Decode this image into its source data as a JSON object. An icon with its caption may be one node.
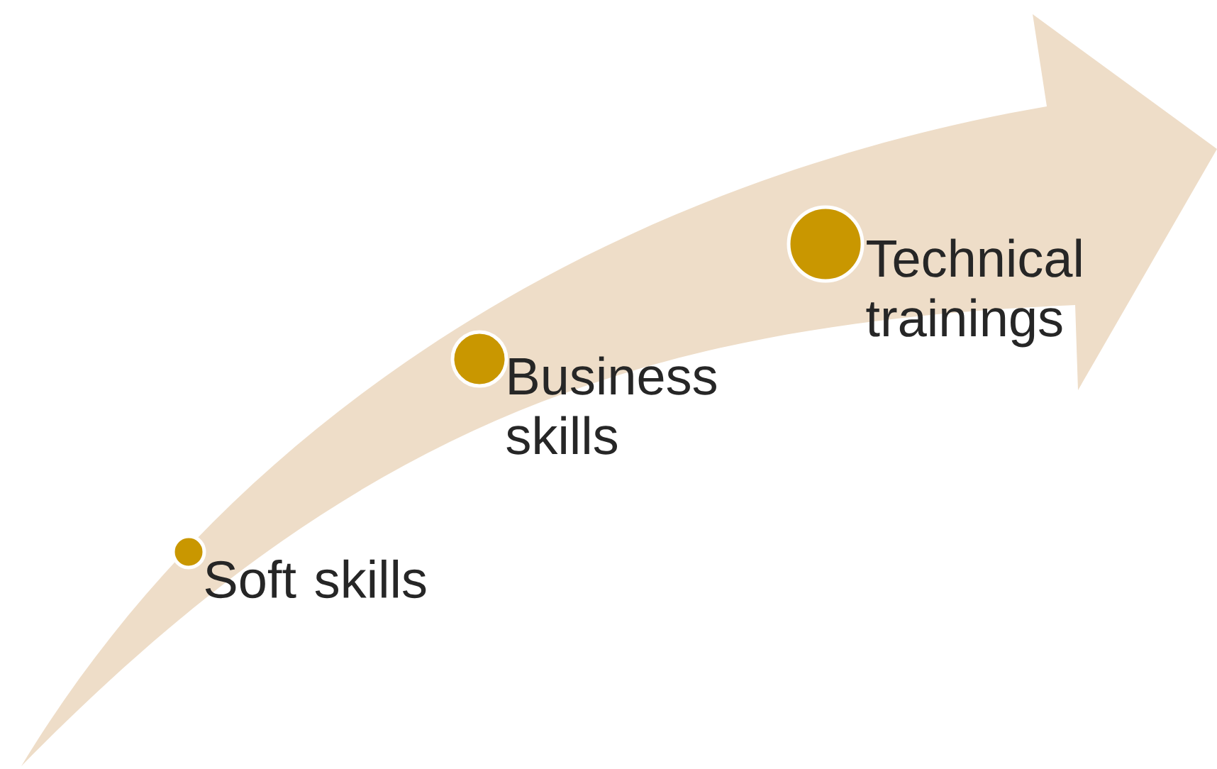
{
  "diagram": {
    "nodes": [
      {
        "text": [],
        "shape": "circle",
        "beside": [
          "Soft skills"
        ]
      },
      {
        "text": [],
        "shape": "circle",
        "beside": [
          "Business skills"
        ]
      },
      {
        "text": [],
        "shape": "circle",
        "beside": [
          "Technical trainings"
        ]
      }
    ]
  }
}
